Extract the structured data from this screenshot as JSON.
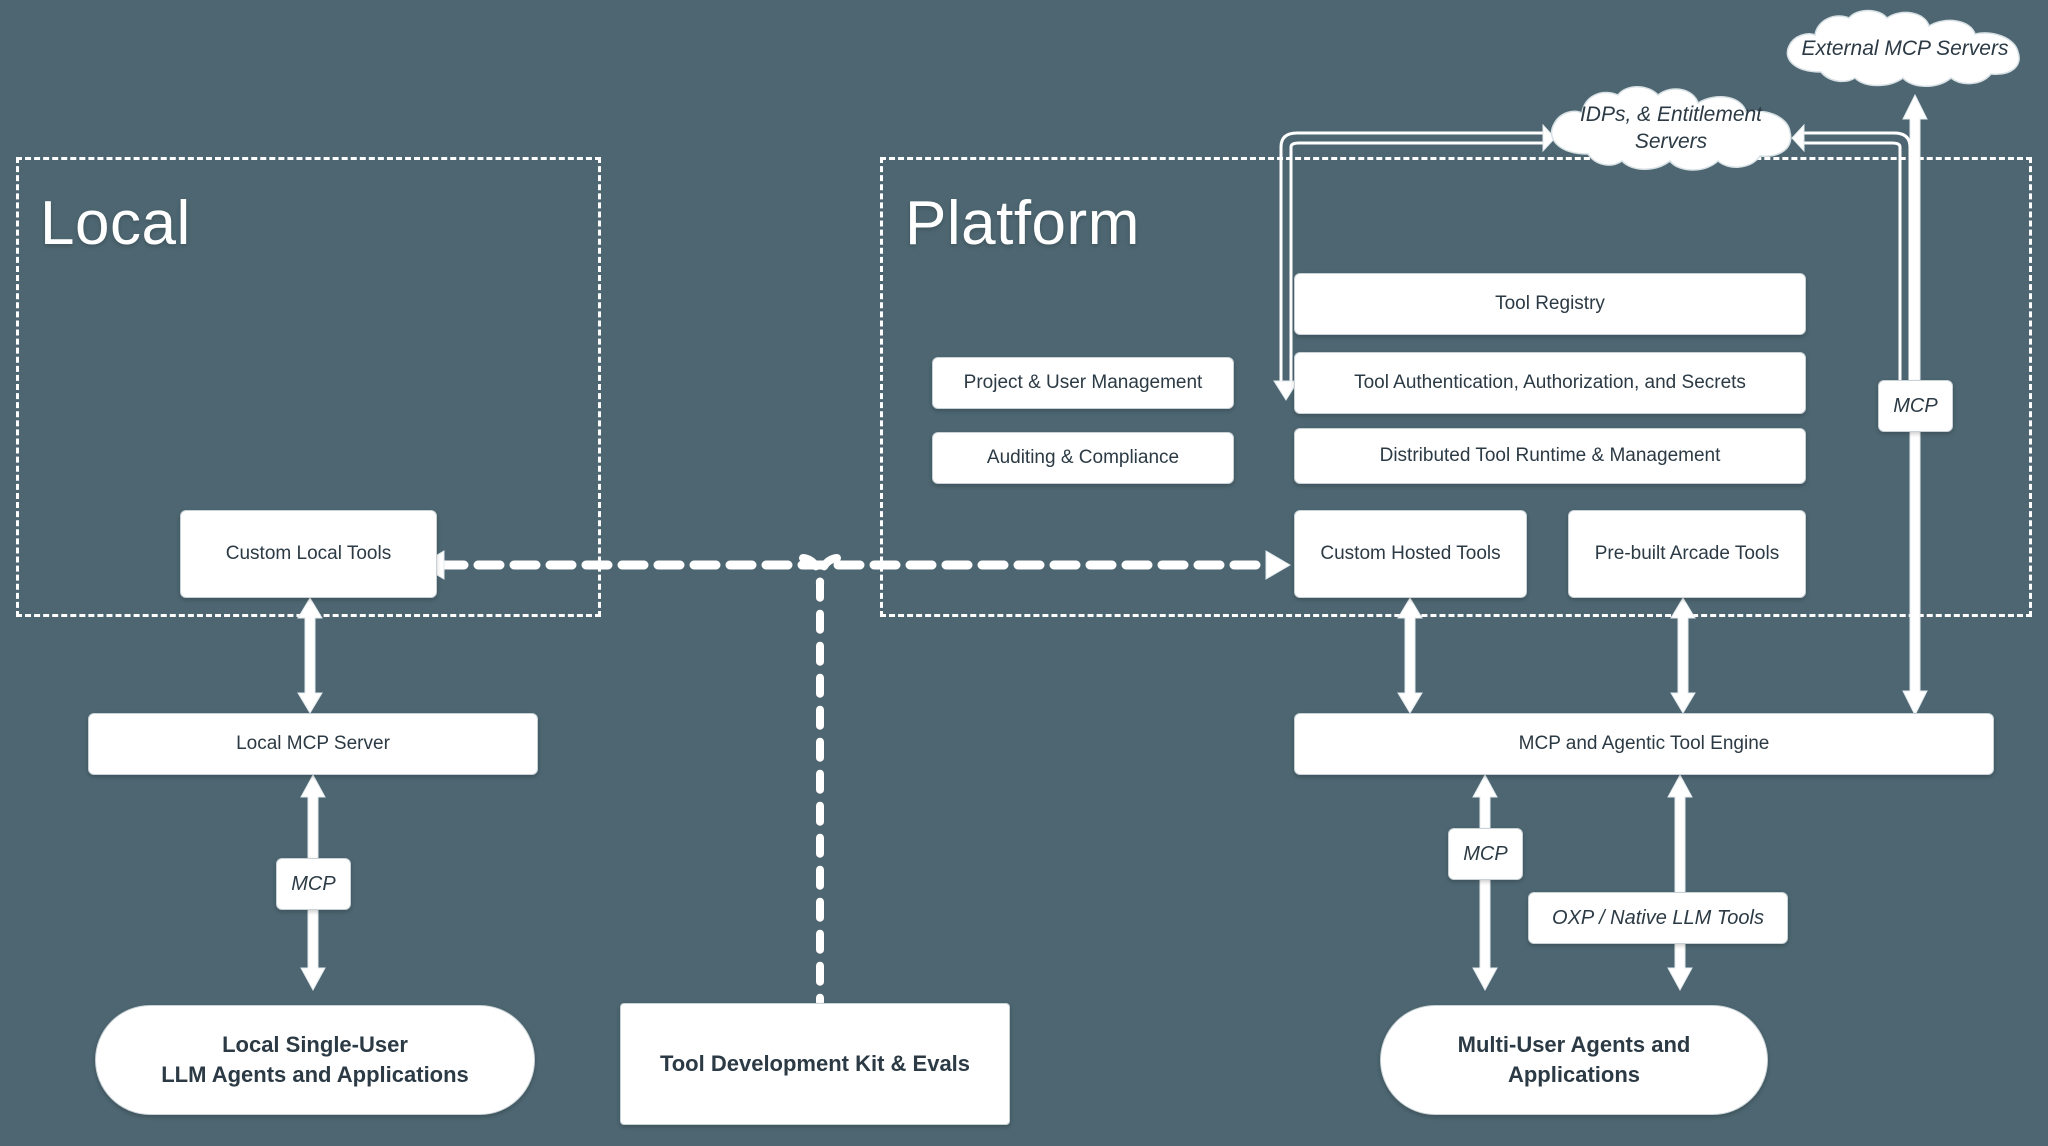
{
  "diagram": {
    "title_local": "Local",
    "title_platform": "Platform"
  },
  "clouds": [
    {
      "id": "external-mcp-servers",
      "label": "External MCP Servers"
    },
    {
      "id": "idps-entitlement-servers",
      "label": "IDPs, & Entitlement Servers"
    }
  ],
  "local": {
    "zone_label": "Local",
    "nodes": [
      {
        "id": "custom-local-tools",
        "label": "Custom Local Tools"
      },
      {
        "id": "local-mcp-server",
        "label": "Local MCP Server"
      }
    ],
    "edge_label": "MCP",
    "consumer": "Local Single-User\nLLM Agents and Applications",
    "consumer_line1": "Local Single-User",
    "consumer_line2": "LLM Agents and Applications"
  },
  "platform": {
    "zone_label": "Platform",
    "left_column": [
      {
        "id": "project-user-management",
        "label": "Project & User Management"
      },
      {
        "id": "auditing-compliance",
        "label": "Auditing & Compliance"
      }
    ],
    "right_column": [
      {
        "id": "tool-registry",
        "label": "Tool Registry"
      },
      {
        "id": "tool-auth",
        "label": "Tool Authentication, Authorization, and Secrets"
      },
      {
        "id": "distributed-tool-runtime",
        "label": "Distributed Tool Runtime & Management"
      }
    ],
    "tool_boxes": [
      {
        "id": "custom-hosted-tools",
        "label": "Custom Hosted Tools"
      },
      {
        "id": "pre-built-arcade-tools",
        "label": "Pre-built Arcade Tools"
      }
    ],
    "engine": {
      "id": "mcp-agentic-tool-engine",
      "label": "MCP and Agentic Tool Engine"
    },
    "edge_labels": {
      "mcp_external": "MCP",
      "mcp_agents": "MCP",
      "oxp_native": "OXP / Native LLM Tools"
    },
    "consumer_line1": "Multi-User Agents and",
    "consumer_line2": "Applications"
  },
  "center": {
    "tdk_label": "Tool Development Kit & Evals"
  },
  "colors": {
    "background": "#4d6671",
    "node_fill": "#ffffff",
    "node_text": "#2b3a44",
    "stroke": "#ffffff",
    "border": "#c8d2d6"
  }
}
